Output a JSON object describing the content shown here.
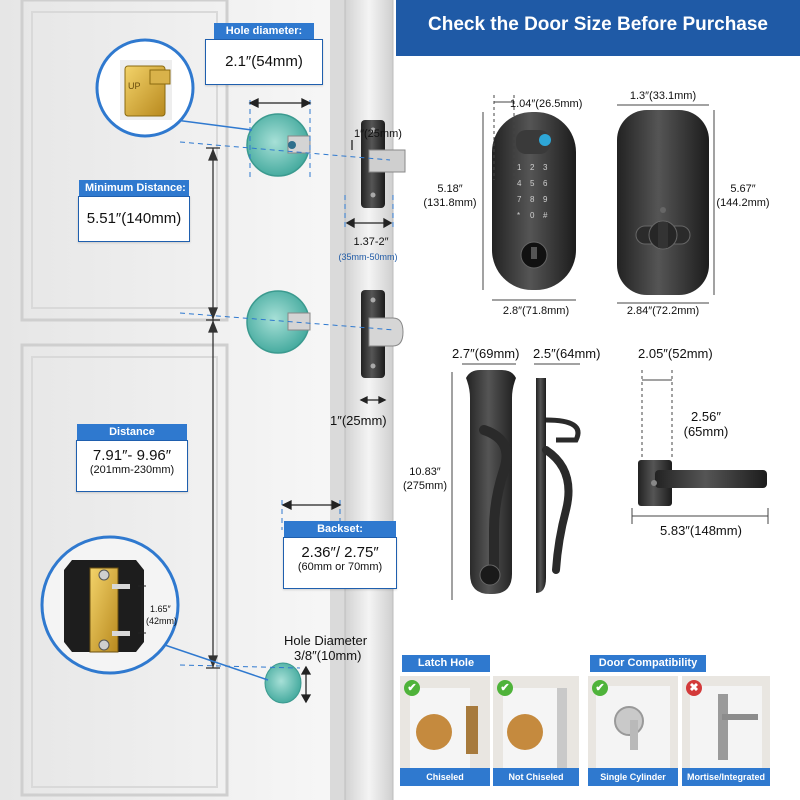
{
  "header": {
    "title": "Check the Door Size Before Purchase"
  },
  "door_diagram": {
    "hole_diameter": {
      "label": "Hole diameter:",
      "value": "2.1″(54mm)"
    },
    "minimum_distance": {
      "label": "Minimum Distance:",
      "value": "5.51″(140mm)"
    },
    "distance": {
      "label": "Distance",
      "value": "7.91″- 9.96″",
      "sub": "(201mm-230mm)"
    },
    "backset": {
      "label": "Backset:",
      "value": "2.36″/ 2.75″",
      "sub": "(60mm or 70mm)"
    },
    "small_hole": {
      "label": "Hole Diameter",
      "value": "3/8″(10mm)"
    },
    "strike_plate_width": "1″(25mm)",
    "door_thickness": "1.37-2″",
    "door_thickness_mm": "(35mm-50mm)",
    "latch_plate_width": "1″(25mm)",
    "strike_box_spacing": "1.65″",
    "strike_box_spacing_mm": "(42mm)",
    "latch_stamp": "UP"
  },
  "products": {
    "keypad": {
      "depth": "1.04″(26.5mm)",
      "height": "5.18″",
      "height_mm": "(131.8mm)",
      "width": "2.8″(71.8mm)"
    },
    "interior": {
      "depth": "1.3″(33.1mm)",
      "height": "5.67″",
      "height_mm": "(144.2mm)",
      "width": "2.84″(72.2mm)"
    },
    "handleset": {
      "width": "2.7″(69mm)",
      "depth": "2.5″(64mm)",
      "height": "10.83″",
      "height_mm": "(275mm)"
    },
    "lever": {
      "rose": "2.05″(52mm)",
      "projection": "2.56″",
      "projection_mm": "(65mm)",
      "length": "5.83″(148mm)"
    }
  },
  "latch_hole": {
    "title": "Latch Hole",
    "items": [
      {
        "caption": "Chiseled",
        "status": "✔"
      },
      {
        "caption": "Not Chiseled",
        "status": "✔"
      }
    ]
  },
  "door_compat": {
    "title": "Door Compatibility",
    "items": [
      {
        "caption": "Single Cylinder",
        "status": "✔"
      },
      {
        "caption": "Mortise/Integrated",
        "status": "✖"
      }
    ]
  },
  "colors": {
    "brand_blue": "#1f5aa6",
    "accent_blue": "#2f79cf",
    "hole_teal": "#4fb8ad",
    "hardware_black": "#232323",
    "ok_green": "#4fb33a",
    "no_red": "#d33a3a"
  }
}
